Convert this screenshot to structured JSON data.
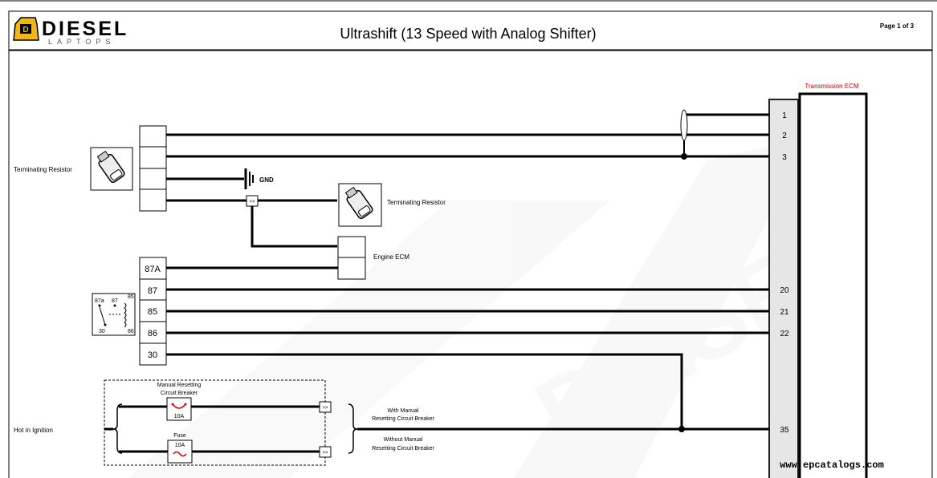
{
  "header": {
    "logo_text": "DIESEL",
    "logo_subtext": "LAPTOPS",
    "title": "Ultrashift (13 Speed with Analog Shifter)",
    "page_label": "Page 1 of 3"
  },
  "watermark": "www.epcatalogs.com",
  "components": {
    "transmission_ecm": "Transmission ECM",
    "terminating_resistor_left": "Terminating Resistor",
    "terminating_resistor_right": "Terminating Resistor",
    "ground": "GND",
    "engine_ecm": "Engine ECM",
    "hot_in_ignition": "Hot in Ignition",
    "manual_breaker_line1": "Manual Resetting",
    "manual_breaker_line2": "Circuit Breaker",
    "manual_breaker_rating": "10A",
    "fuse_label": "Fuse",
    "fuse_rating": "10A",
    "with_manual_line1": "With Manual",
    "with_manual_line2": "Resetting Circuit Breaker",
    "without_manual_line1": "Without Manual",
    "without_manual_line2": "Resetting Circuit Breaker",
    "connector_marker": ">>"
  },
  "relay": {
    "pins": [
      "87A",
      "87",
      "85",
      "86",
      "30"
    ],
    "symbol_labels": [
      "87a",
      "87",
      "85",
      "30",
      "86"
    ]
  },
  "ecm_pins": [
    "1",
    "2",
    "3",
    "20",
    "21",
    "22",
    "35"
  ]
}
